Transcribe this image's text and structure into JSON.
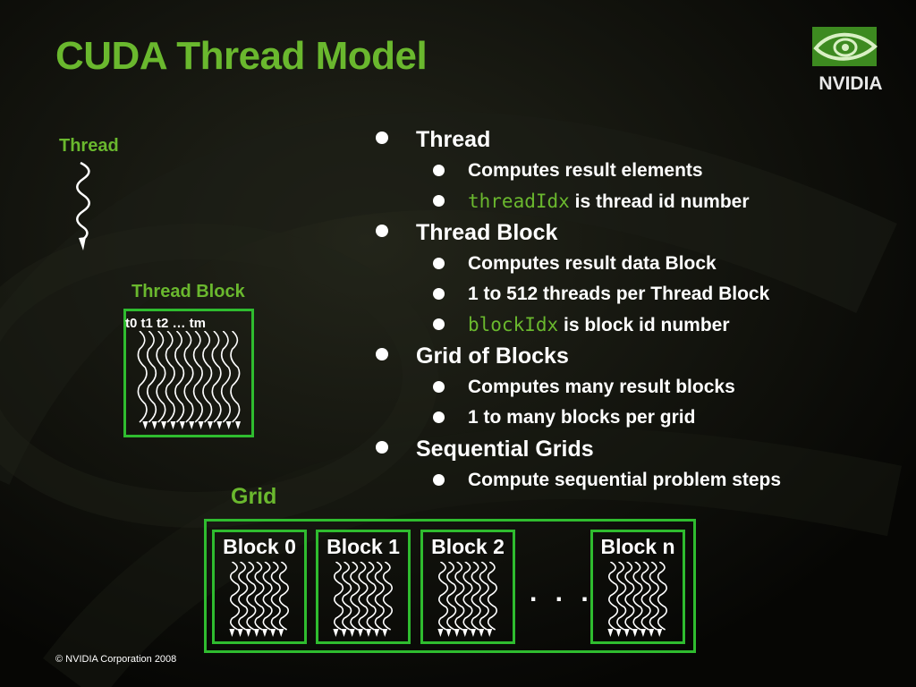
{
  "slide": {
    "title": "CUDA Thread Model",
    "copyright": "© NVIDIA Corporation 2008",
    "logo_text": "NVIDIA",
    "colors": {
      "title_green": "#6ab82e",
      "box_green": "#2fbc2f",
      "background": "#0c0d0a",
      "text": "#ffffff"
    }
  },
  "diagram": {
    "thread_label": "Thread",
    "block_label": "Thread Block",
    "thread_ids": "t0 t1 t2 … tm",
    "grid_label": "Grid",
    "blocks": [
      "Block 0",
      "Block 1",
      "Block 2",
      "Block n"
    ],
    "ellipsis": ". . ."
  },
  "bullets": [
    {
      "text": "Thread",
      "children": [
        {
          "text": "Computes result elements"
        },
        {
          "code": "threadIdx",
          "text": " is thread id number"
        }
      ]
    },
    {
      "text": "Thread Block",
      "children": [
        {
          "text": "Computes result data Block"
        },
        {
          "text": "1 to 512 threads per Thread Block"
        },
        {
          "code": "blockIdx",
          "text": " is block id number"
        }
      ]
    },
    {
      "text": "Grid of Blocks",
      "children": [
        {
          "text": "Computes many result blocks"
        },
        {
          "text": "1 to many blocks per grid"
        }
      ]
    },
    {
      "text": "Sequential Grids",
      "children": [
        {
          "text": "Compute sequential problem steps"
        }
      ]
    }
  ]
}
